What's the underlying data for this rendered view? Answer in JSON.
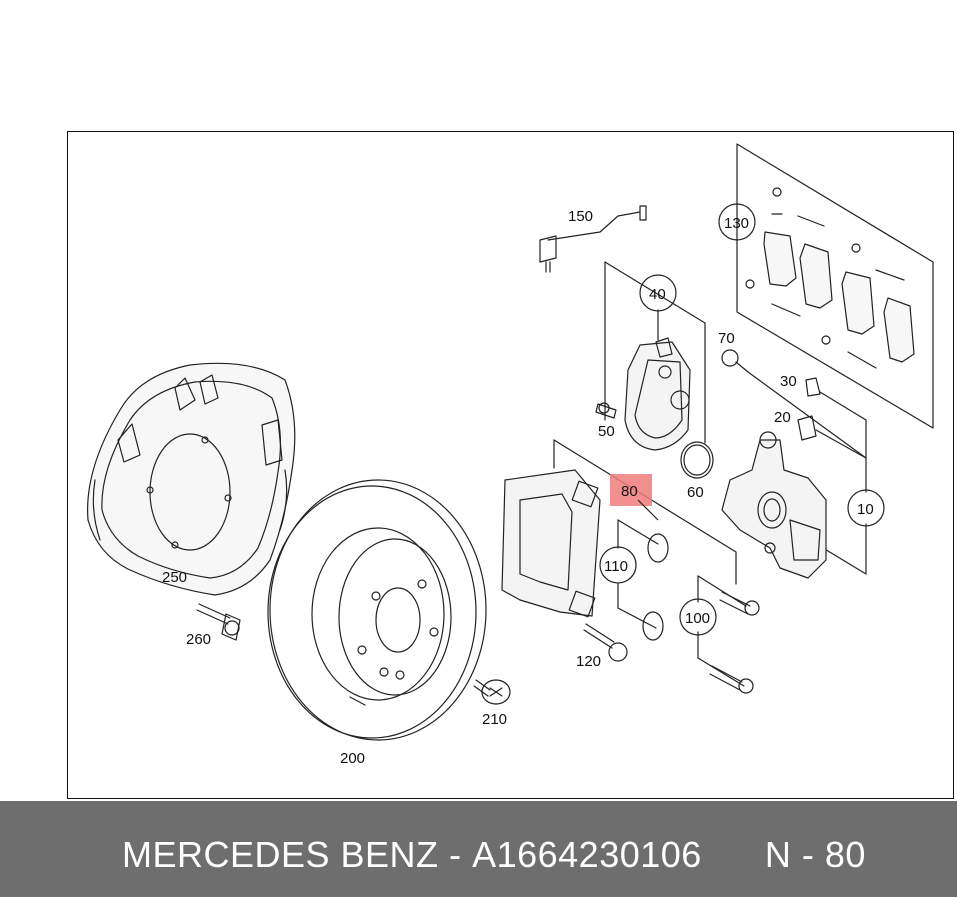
{
  "footer": {
    "brand": "MERCEDES BENZ",
    "separator": "-",
    "part_number": "A1664230106",
    "position_label": "N - 80"
  },
  "highlight_color": "#f07c7c",
  "parts": {
    "p10": "10",
    "p20": "20",
    "p30": "30",
    "p40": "40",
    "p50": "50",
    "p60": "60",
    "p70": "70",
    "p80": "80",
    "p100": "100",
    "p110": "110",
    "p120": "120",
    "p130": "130",
    "p150": "150",
    "p200": "200",
    "p210": "210",
    "p250": "250",
    "p260": "260"
  },
  "highlighted_part": "80"
}
